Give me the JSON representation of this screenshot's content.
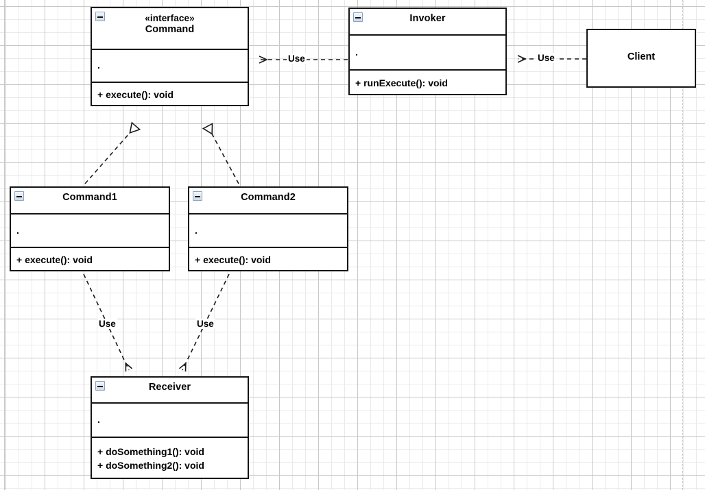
{
  "diagram": {
    "kind": "uml-class-diagram",
    "pattern": "Command",
    "page_break_guide": true,
    "classes": [
      {
        "id": "command",
        "name": "Command",
        "stereotype": "«interface»",
        "collapse_icon": "minus-icon",
        "attributes": [
          "."
        ],
        "operations": [
          "+ execute(): void"
        ]
      },
      {
        "id": "invoker",
        "name": "Invoker",
        "stereotype": "",
        "collapse_icon": "minus-icon",
        "attributes": [
          "."
        ],
        "operations": [
          "+ runExecute(): void"
        ]
      },
      {
        "id": "client",
        "name": "Client",
        "stereotype": "",
        "collapse_icon": "",
        "attributes": [],
        "operations": []
      },
      {
        "id": "command1",
        "name": "Command1",
        "stereotype": "",
        "collapse_icon": "minus-icon",
        "attributes": [
          "."
        ],
        "operations": [
          "+ execute(): void"
        ]
      },
      {
        "id": "command2",
        "name": "Command2",
        "stereotype": "",
        "collapse_icon": "minus-icon",
        "attributes": [
          "."
        ],
        "operations": [
          "+ execute(): void"
        ]
      },
      {
        "id": "receiver",
        "name": "Receiver",
        "stereotype": "",
        "collapse_icon": "minus-icon",
        "attributes": [
          "."
        ],
        "operations": [
          "+ doSomething1(): void",
          "+ doSomething2(): void"
        ]
      }
    ],
    "relationships": [
      {
        "id": "rel-invoker-command",
        "from": "Invoker",
        "to": "Command",
        "type": "dependency",
        "label": "Use"
      },
      {
        "id": "rel-client-invoker",
        "from": "Client",
        "to": "Invoker",
        "type": "dependency",
        "label": "Use"
      },
      {
        "id": "rel-command1-command",
        "from": "Command1",
        "to": "Command",
        "type": "realization",
        "label": ""
      },
      {
        "id": "rel-command2-command",
        "from": "Command2",
        "to": "Command",
        "type": "realization",
        "label": ""
      },
      {
        "id": "rel-command1-receiver",
        "from": "Command1",
        "to": "Receiver",
        "type": "dependency",
        "label": "Use"
      },
      {
        "id": "rel-command2-receiver",
        "from": "Command2",
        "to": "Receiver",
        "type": "dependency",
        "label": "Use"
      }
    ],
    "colors": {
      "box_border": "#141414",
      "box_fill": "#ffffff",
      "line": "#1a1a1a",
      "grid_minor": "#eaeaea",
      "grid_major": "#c8c8c8",
      "page_break": "#c0bfc4"
    }
  }
}
